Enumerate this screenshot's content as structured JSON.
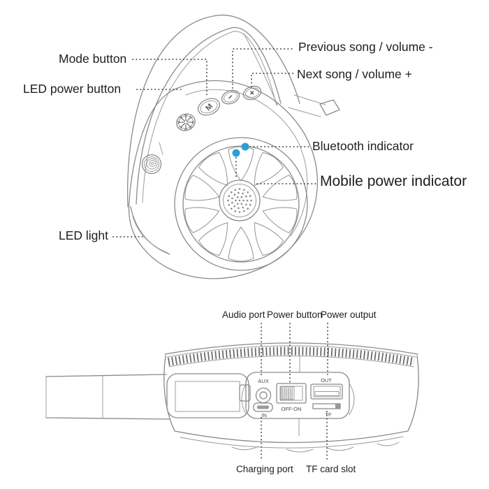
{
  "colors": {
    "background": "#ffffff",
    "line": "#8a8a8a",
    "text": "#1e1e1e",
    "indicator_blue": "#29a0d6"
  },
  "top_view": {
    "labels": {
      "mode_button": "Mode button",
      "led_power_button": "LED power button",
      "previous_song": "Previous song / volume -",
      "next_song": "Next song / volume +",
      "bluetooth_indicator": "Bluetooth indicator",
      "mobile_power_indicator": "Mobile power indicator",
      "led_light": "LED light"
    },
    "button_glyphs": {
      "mode": "M",
      "minus": "−",
      "plus": "+"
    }
  },
  "bottom_view": {
    "labels": {
      "audio_port": "Audio port",
      "power_button": "Power button",
      "power_output": "Power output",
      "charging_port": "Charging port",
      "tf_card_slot": "TF card slot"
    },
    "device_text": {
      "aux": "AUX",
      "in": "IN",
      "off_on": "OFF-ON",
      "out": "OUT",
      "tf": "TF"
    }
  }
}
